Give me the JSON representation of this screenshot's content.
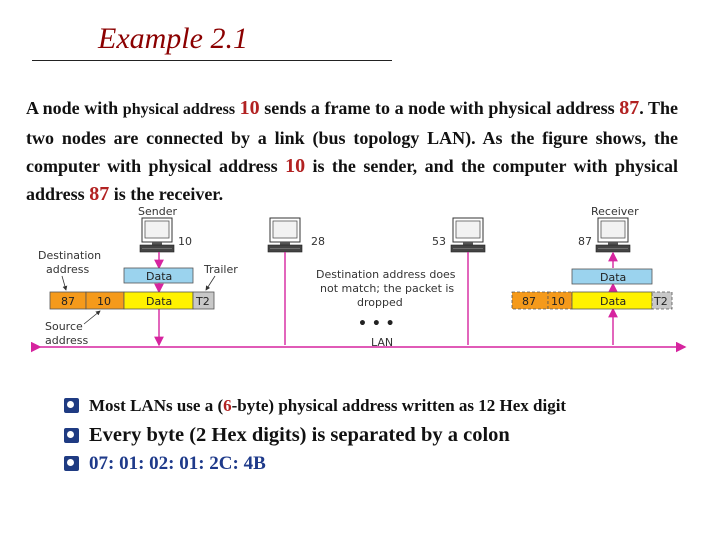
{
  "title": "Example 2.1",
  "paragraph": {
    "p1": "A node with ",
    "p2": "physical address",
    "p3": " ",
    "p4": "10",
    "p5": " sends a frame to a node with physical address ",
    "p6": "87",
    "p7": ". The two nodes are connected by a link (bus topology LAN). As the figure shows, the computer with physical address ",
    "p8": "10",
    "p9": " is the sender, and the computer with physical address ",
    "p10": "87",
    "p11": " is the receiver."
  },
  "figure": {
    "sender_label": "Sender",
    "receiver_label": "Receiver",
    "address_10": "10",
    "address_28": "28",
    "address_53": "53",
    "address_87": "87",
    "destination_label_1": "Destination",
    "destination_label_2": "address",
    "source_label_1": "Source",
    "source_label_2": "address",
    "trailer_label": "Trailer",
    "data_label": "Data",
    "t2_label": "T2",
    "frame_dest": "87",
    "frame_src": "10",
    "mismatch_1": "Destination address does",
    "mismatch_2": "not match; the packet is",
    "mismatch_3": "dropped",
    "ellipsis": "• • •",
    "lan_label": "LAN",
    "colors": {
      "header_orange": "#f59a1b",
      "data_yellow": "#fff200",
      "data_blue": "#9bd3ee",
      "trailer_gray": "#c8c8c8",
      "link_magenta": "#d6249f"
    }
  },
  "bullets": {
    "b1_pre": "Most LANs use a (",
    "b1_six": "6",
    "b1_post": "-byte) physical address written as 12 Hex digit",
    "b2": "Every byte (2 Hex  digits) is separated by a colon",
    "b3": "07: 01: 02: 01: 2C: 4B"
  },
  "icons": [
    "computer-icon",
    "bullet-icon"
  ]
}
